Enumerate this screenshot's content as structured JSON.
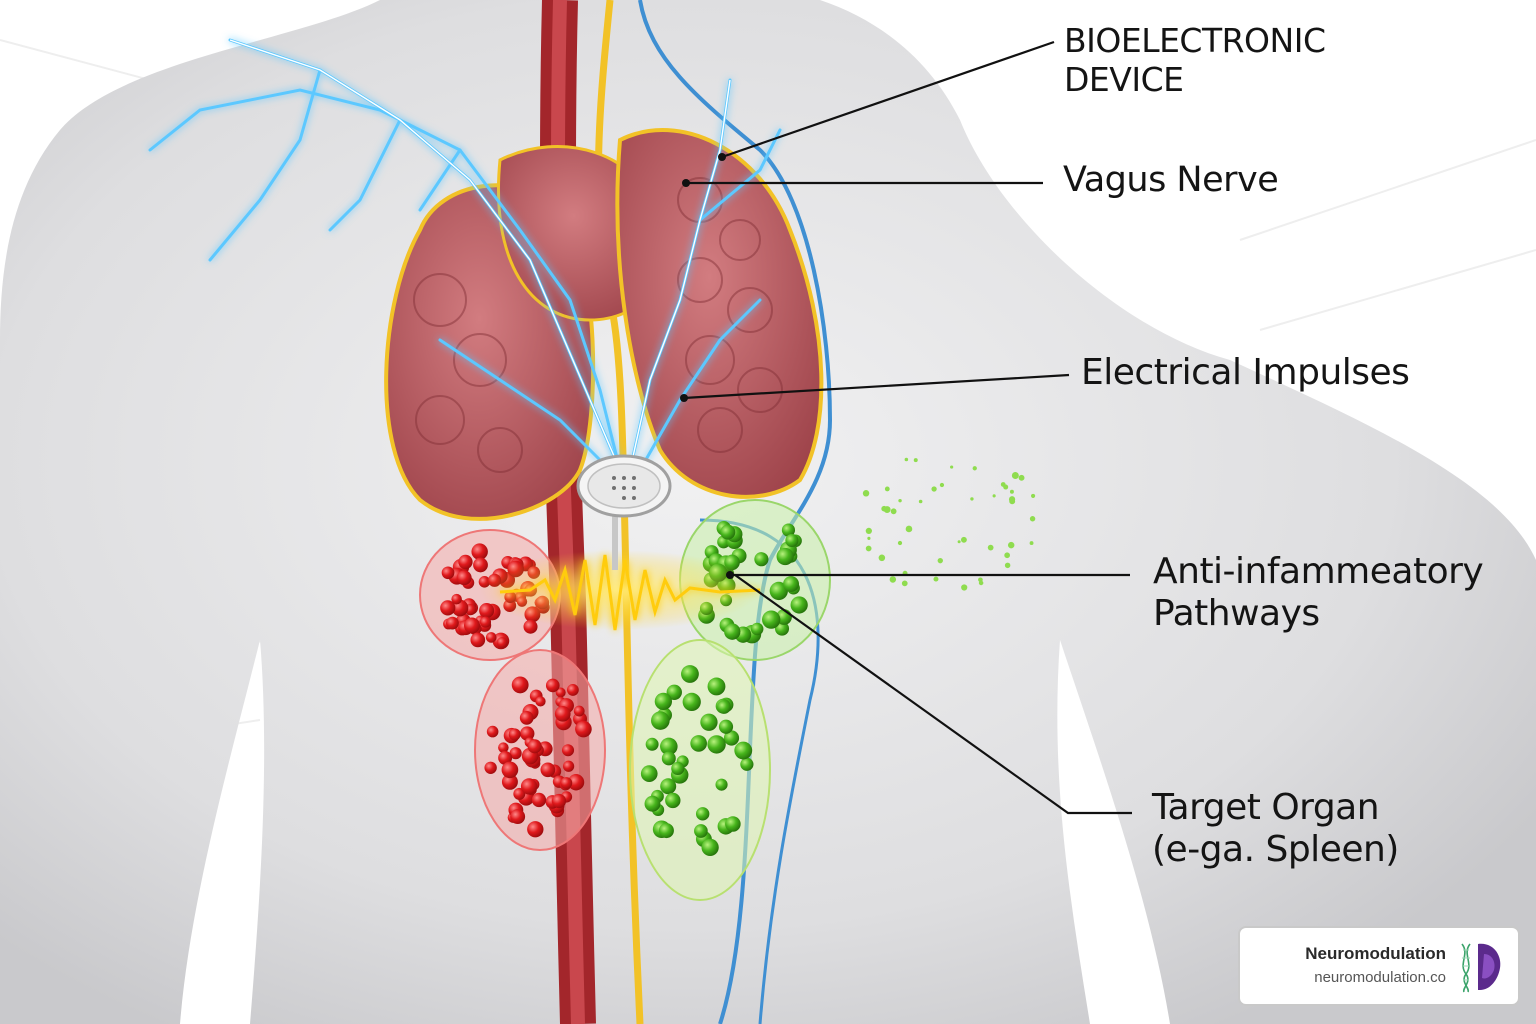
{
  "labels": {
    "device": [
      "BIOELECTRONIC",
      "DEVICE"
    ],
    "vagus": "Vagus Nerve",
    "impulses": "Electrical Impulses",
    "anti": [
      "Anti-infammeatory",
      "Pathways"
    ],
    "target": [
      "Target Organ",
      "(e-ga. Spleen)"
    ]
  },
  "badge": {
    "name": "Neuromodulation",
    "url": "neuromodulation.co"
  },
  "colors": {
    "body": "#e4e4e6",
    "organ": "#b75a5f",
    "nerve_yellow": "#f2c227",
    "vessel_blue": "#3f8fd2",
    "spark": "#5cc8ff",
    "red_cells": "#e0191c",
    "green_cells": "#47b51c",
    "signal": "#ffd21a"
  },
  "icons": [
    "device-icon",
    "dna-brain-logo-icon"
  ]
}
